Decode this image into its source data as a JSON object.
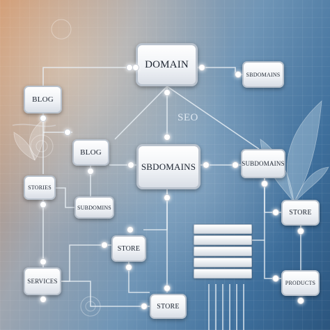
{
  "nodes": {
    "domain": "DOMAIN",
    "subdomains_top_right": "SBDOMAINS",
    "blog_left": "BLOG",
    "blog_center": "BLOG",
    "subdomains_center": "SBDOMAINS",
    "subdomains_right": "SUBDOMAINS",
    "stories": "STORIES",
    "subdomains_left": "SUBDOMINS",
    "store_center": "STORE",
    "store_right": "STORE",
    "services": "SERVICES",
    "products": "PRODUCTS",
    "store_bottom": "STORE"
  },
  "labels": {
    "seo": "SEO"
  },
  "colors": {
    "background_warm": "#c98d63",
    "background_cool": "#2b557e",
    "node_fill": "#ffffff",
    "node_text": "#1c2430",
    "connector": "#e8eef5"
  }
}
